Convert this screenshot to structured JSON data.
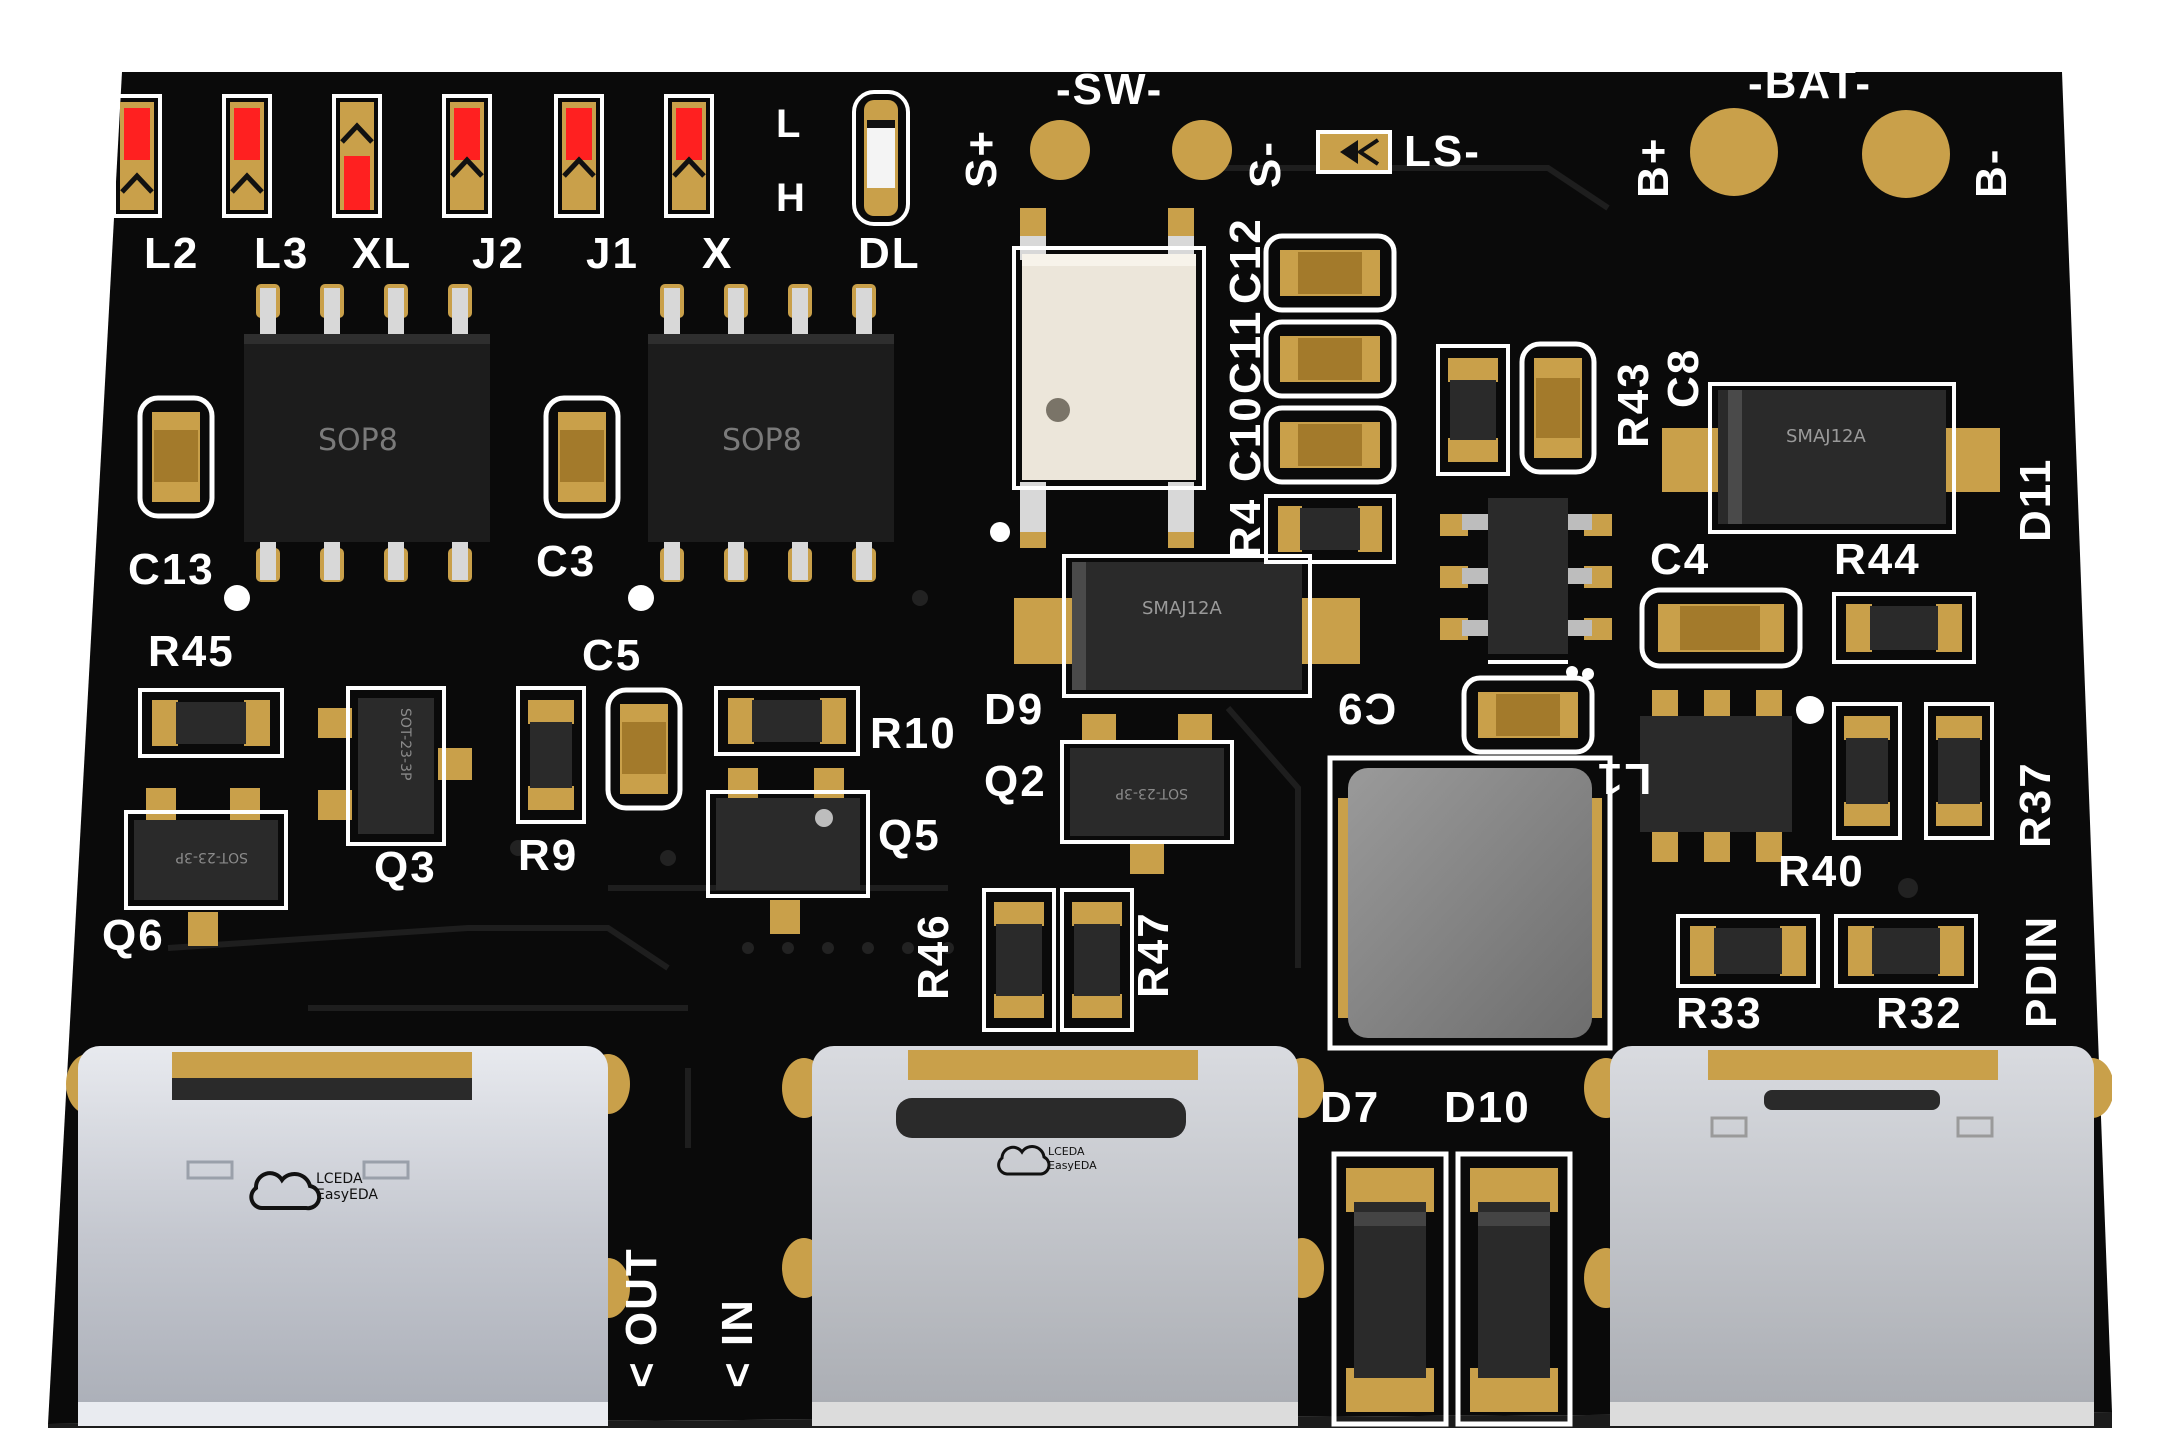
{
  "labels": {
    "L2": "L2",
    "L3": "L3",
    "XL": "XL",
    "J2": "J2",
    "J1": "J1",
    "X": "X",
    "DL": "DL",
    "L": "L",
    "H": "H",
    "SW": "-SW-",
    "S_plus": "S+",
    "S_minus": "S-",
    "LS": "LS-",
    "BAT": "-BAT-",
    "B_plus": "B+",
    "B_minus": "B-",
    "C13": "C13",
    "C3": "C3",
    "C5": "C5",
    "C12": "C12",
    "C11": "C11",
    "C10": "C10",
    "C8": "C8",
    "R43": "R43",
    "R4": "R4",
    "D11": "D11",
    "C4": "C4",
    "R44": "R44",
    "D9": "D9",
    "Q2": "Q2",
    "R45": "R45",
    "R10": "R10",
    "C9": "C9",
    "L1": "L1",
    "R37": "R37",
    "Q3": "Q3",
    "R9": "R9",
    "Q5": "Q5",
    "Q6": "Q6",
    "R40": "R40",
    "R46": "R46",
    "R47": "R47",
    "R33": "R33",
    "R32": "R32",
    "PDIN": "PDIN",
    "D7": "D7",
    "D10": "D10",
    "OUT": "< OUT",
    "IN": "< IN"
  },
  "chips": {
    "sop8_left": "SOP8",
    "sop8_right": "SOP8",
    "smaj_top": "SMAJ12A",
    "smaj_mid": "SMAJ12A",
    "sot_q3": "SOT-23-3P",
    "sot_q6": "SOT-23-3P",
    "sot_q2": "SOT-23-3P"
  },
  "logo": {
    "line1": "LCEDA",
    "line2": "EasyEDA"
  },
  "colors": {
    "board": "#0b0b0b",
    "silk": "#ffffff",
    "pad": "#c9a04a",
    "led": "#ff2020",
    "chip": "#2a2a2a"
  }
}
